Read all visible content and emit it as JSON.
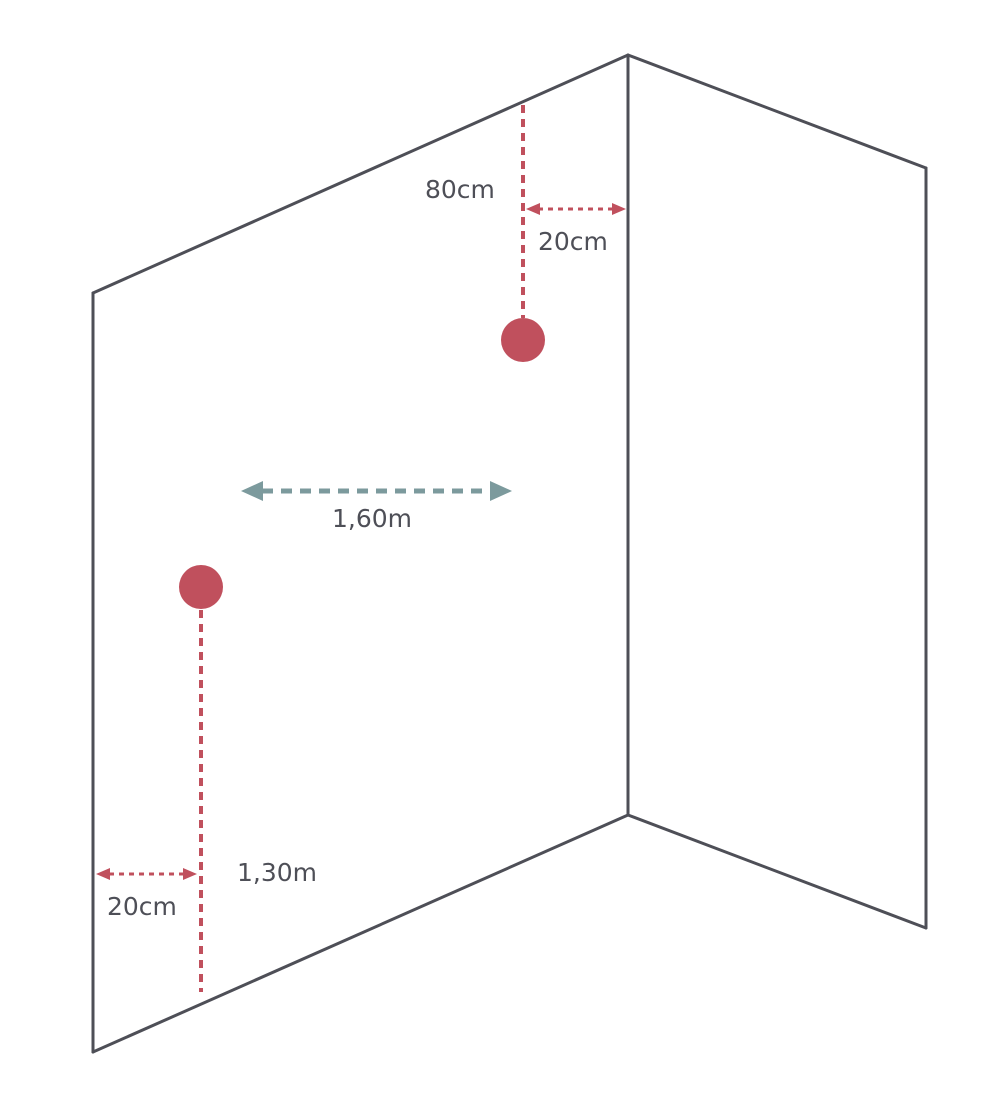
{
  "labels": {
    "upper_vertical": "80cm",
    "upper_horizontal": "20cm",
    "spacing": "1,60m",
    "lower_vertical": "1,30m",
    "lower_horizontal": "20cm"
  },
  "colors": {
    "wall": "#4e4f57",
    "accent": "#c0505d",
    "spacing": "#7c9a9d",
    "text": "#4e4f57"
  }
}
